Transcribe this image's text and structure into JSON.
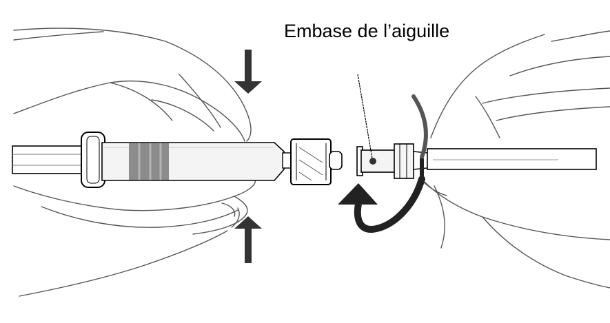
{
  "figure": {
    "callout_label": "Embase de l’aiguille"
  },
  "colors": {
    "outline": "#000000",
    "skin_line": "#555555",
    "stopper": "#8c8c8c",
    "barrel_fill": "#f4f4f4",
    "arrow": "#333333"
  },
  "icons": [
    "left-hand",
    "right-hand",
    "syringe",
    "needle",
    "press-down-arrow",
    "press-up-arrow",
    "twist-arrow"
  ]
}
